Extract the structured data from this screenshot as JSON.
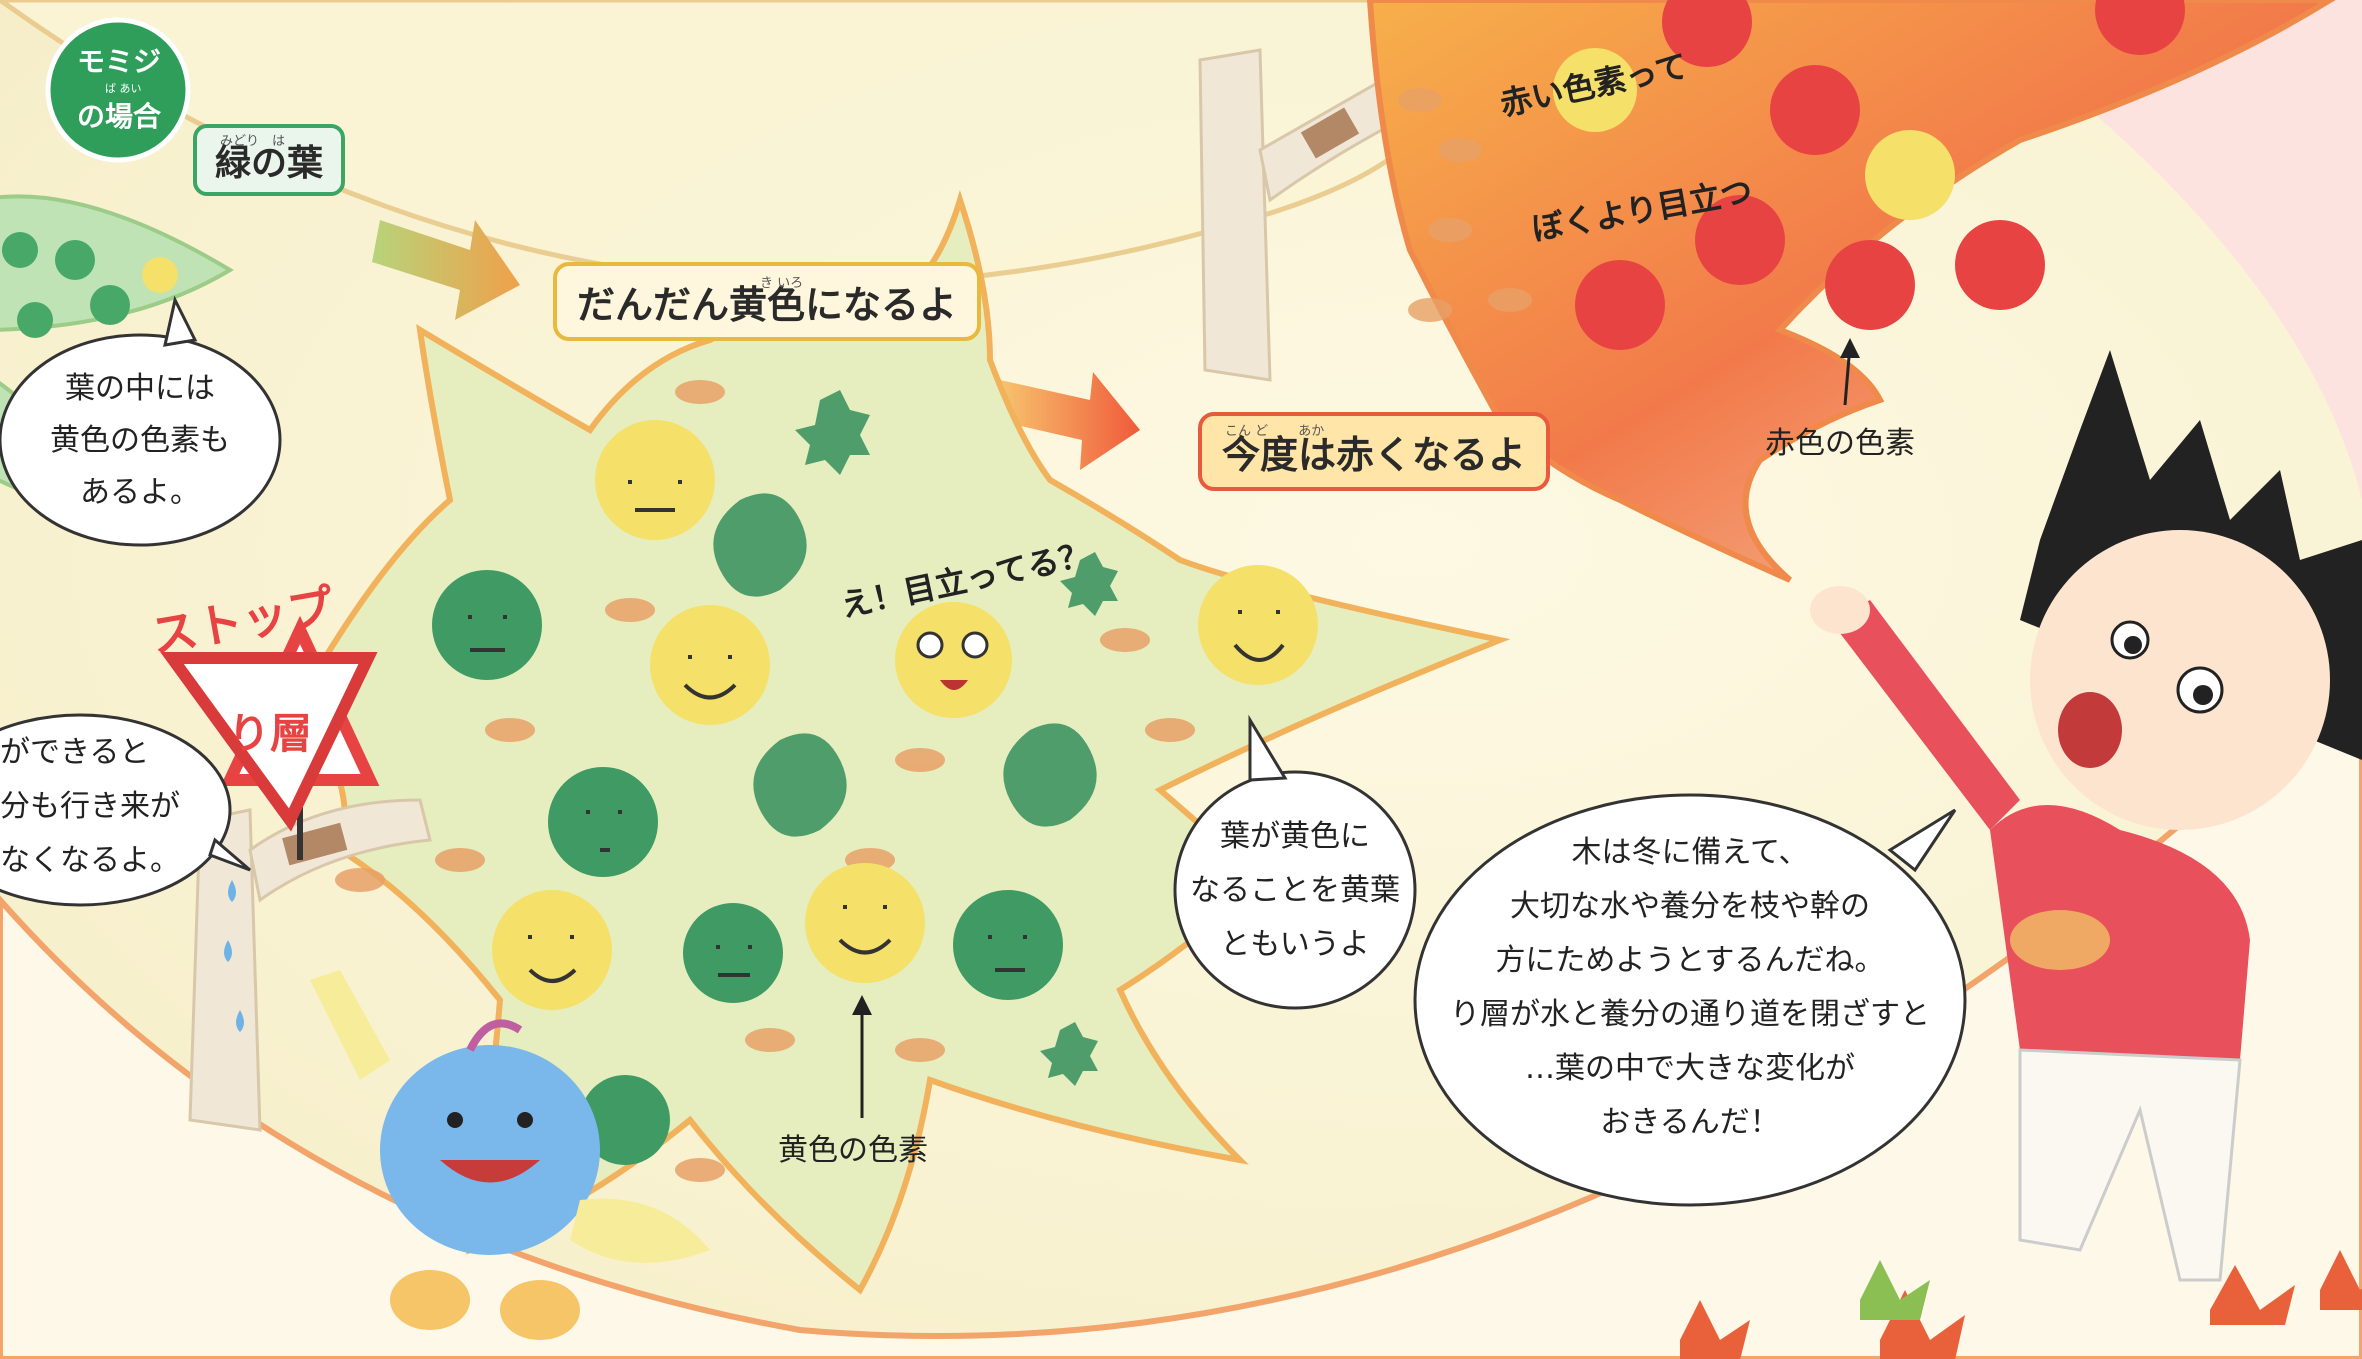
{
  "badge": {
    "line1": "モミジ",
    "line2": "の場合",
    "ruby": "ば あい"
  },
  "green_leaf_label": {
    "text": "緑の葉",
    "ruby": "みどり　は"
  },
  "stage_yellow_label": {
    "text": "だんだん黄色になるよ",
    "ruby": "き いろ"
  },
  "stage_red_label": {
    "text": "今度は赤くなるよ",
    "ruby": "こん ど　　 あか"
  },
  "bubble_green_leaf": {
    "lines": [
      "葉の中には",
      "黄色の色素も",
      "あるよ。"
    ]
  },
  "bubble_left": {
    "lines": [
      "ができると",
      "分も行き来が",
      "なくなるよ。"
    ]
  },
  "bubble_koyo": {
    "lines": [
      "葉が黄色に",
      "なることを黄葉",
      "ともいうよ"
    ]
  },
  "bubble_boy": {
    "lines": [
      "木は冬に備えて、",
      "大切な水や養分を枝や幹の",
      "方にためようとするんだね。",
      "り層が水と養分の通り道を閉ざすと",
      "…葉の中で大きな変化が",
      "おきるんだ！"
    ]
  },
  "stop_sign": {
    "top": "ストップ",
    "main": "り層"
  },
  "yellow_pigment_caption": "黄色の色素",
  "red_pigment_caption": "赤色の色素",
  "speech_medatteru": "え！目立ってる？",
  "speech_red_1": "赤い色素って",
  "speech_red_2": "ぼくより目立つ",
  "colors": {
    "green": "#3aa565",
    "yellow": "#f5e06a",
    "red": "#e84343",
    "orange": "#f08a4b",
    "boy_shirt": "#e8505b"
  }
}
